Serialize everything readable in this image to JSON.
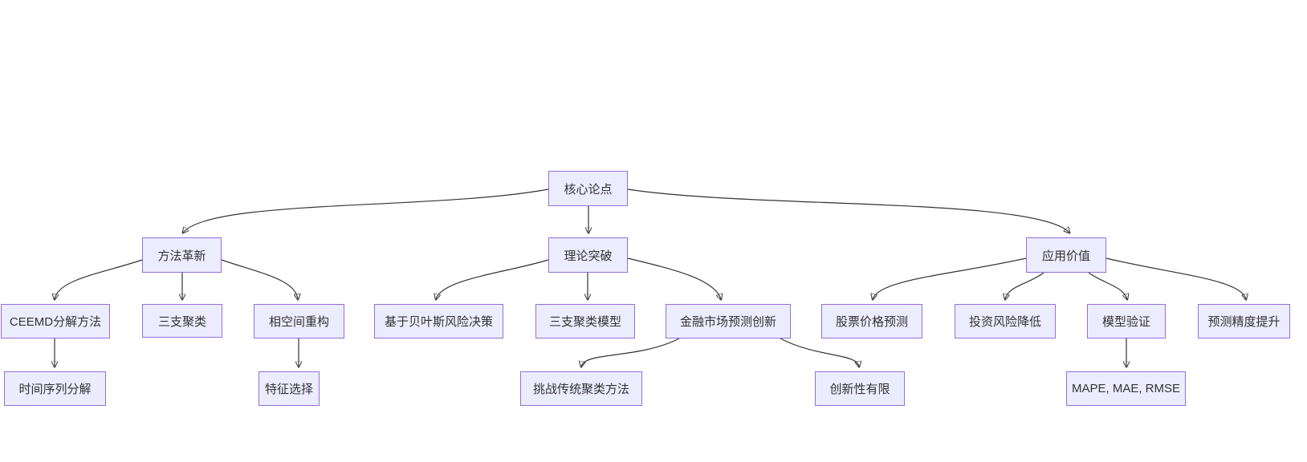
{
  "diagram": {
    "type": "flowchart",
    "direction": "top-down",
    "colors": {
      "background": "#ffffff",
      "node_fill": "#ECECFF",
      "node_border": "#9370DB",
      "edge": "#333333",
      "text": "#333333"
    },
    "nodes": {
      "root": {
        "label": "核心论点"
      },
      "method": {
        "label": "方法革新"
      },
      "theory": {
        "label": "理论突破"
      },
      "application": {
        "label": "应用价值"
      },
      "ceemd": {
        "label": "CEEMD分解方法"
      },
      "three_way": {
        "label": "三支聚类"
      },
      "phase_space": {
        "label": "相空间重构"
      },
      "bayes": {
        "label": "基于贝叶斯风险决策"
      },
      "three_way_model": {
        "label": "三支聚类模型"
      },
      "finance_innovation": {
        "label": "金融市场预测创新"
      },
      "stock_prediction": {
        "label": "股票价格预测"
      },
      "risk_reduction": {
        "label": "投资风险降低"
      },
      "model_validation": {
        "label": "模型验证"
      },
      "accuracy_improvement": {
        "label": "预测精度提升"
      },
      "time_series": {
        "label": "时间序列分解"
      },
      "feature_selection": {
        "label": "特征选择"
      },
      "challenge_clustering": {
        "label": "挑战传统聚类方法"
      },
      "limited_innovation": {
        "label": "创新性有限"
      },
      "metrics": {
        "label": "MAPE, MAE, RMSE"
      }
    },
    "edges": [
      {
        "from": "root",
        "to": "method"
      },
      {
        "from": "root",
        "to": "theory"
      },
      {
        "from": "root",
        "to": "application"
      },
      {
        "from": "method",
        "to": "ceemd"
      },
      {
        "from": "method",
        "to": "three_way"
      },
      {
        "from": "method",
        "to": "phase_space"
      },
      {
        "from": "ceemd",
        "to": "time_series"
      },
      {
        "from": "phase_space",
        "to": "feature_selection"
      },
      {
        "from": "theory",
        "to": "bayes"
      },
      {
        "from": "theory",
        "to": "three_way_model"
      },
      {
        "from": "theory",
        "to": "finance_innovation"
      },
      {
        "from": "finance_innovation",
        "to": "challenge_clustering"
      },
      {
        "from": "finance_innovation",
        "to": "limited_innovation"
      },
      {
        "from": "application",
        "to": "stock_prediction"
      },
      {
        "from": "application",
        "to": "risk_reduction"
      },
      {
        "from": "application",
        "to": "model_validation"
      },
      {
        "from": "application",
        "to": "accuracy_improvement"
      },
      {
        "from": "model_validation",
        "to": "metrics"
      }
    ]
  }
}
